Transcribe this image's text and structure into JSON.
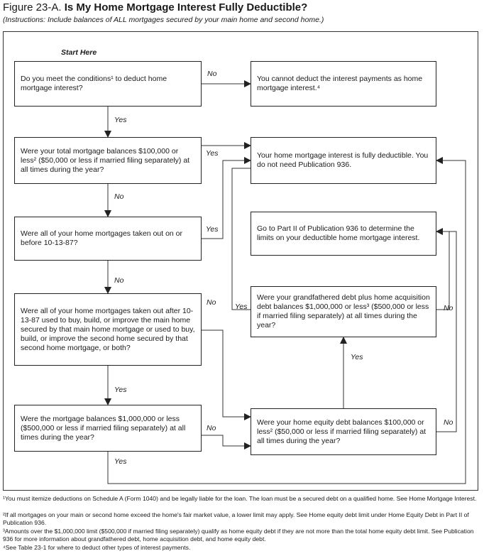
{
  "figure": {
    "label": "Figure 23-A.",
    "title": "Is My Home Mortgage Interest Fully Deductible?",
    "instructions": "(Instructions: Include balances of ALL mortgages secured by your main home and second home.)"
  },
  "start_label": "Start Here",
  "nodes": {
    "q1": "Do you meet the conditions¹ to deduct home mortgage interest?",
    "r_no": "You cannot deduct the interest payments as home mortgage interest.⁴",
    "q2": "Were your total mortgage balances $100,000 or less² ($50,000 or less if married filing separately) at all times during the year?",
    "r_full": "Your home mortgage interest is fully deductible. You do not need Publication 936.",
    "q3": "Were all of your home mortgages taken out on or before 10-13-87?",
    "r_partII": "Go to Part II of Publication 936 to determine the limits on your deductible home mortgage interest.",
    "q4": "Were all of your home mortgages taken out after 10-13-87 used to buy, build, or improve the main home secured by that main home mortgage or used to buy, build, or improve the second home secured by that second home mortgage, or both?",
    "q6": "Were your grandfathered debt plus home acquisition debt balances $1,000,000 or less³ ($500,000 or less if married filing separately) at all times during the year?",
    "q5": "Were the mortgage balances $1,000,000 or less ($500,000 or less if married filing separately) at all times during the year?",
    "q7": "Were your home equity debt balances $100,000 or less² ($50,000 or less if married filing separately) at all times during the year?"
  },
  "edge_labels": {
    "yes": "Yes",
    "no": "No"
  },
  "footnotes": [
    "¹You must itemize deductions on Schedule A (Form 1040) and be legally liable for the loan. The loan must be a secured debt on a qualified home. See Home Mortgage Interest.",
    "²If all mortgages on your main or second home exceed the home's fair market value, a lower limit may apply. See Home equity debt limit under Home Equity Debt in Part II of Publication 936.",
    "³Amounts over the $1,000,000 limit ($500,000 if married filing separately) qualify as home equity debt if they are not more than the total home equity debt limit. See Publication 936 for more information about grandfathered debt, home acquisition debt, and home equity debt.",
    "⁴See Table 23-1 for where to deduct other types of interest payments."
  ]
}
